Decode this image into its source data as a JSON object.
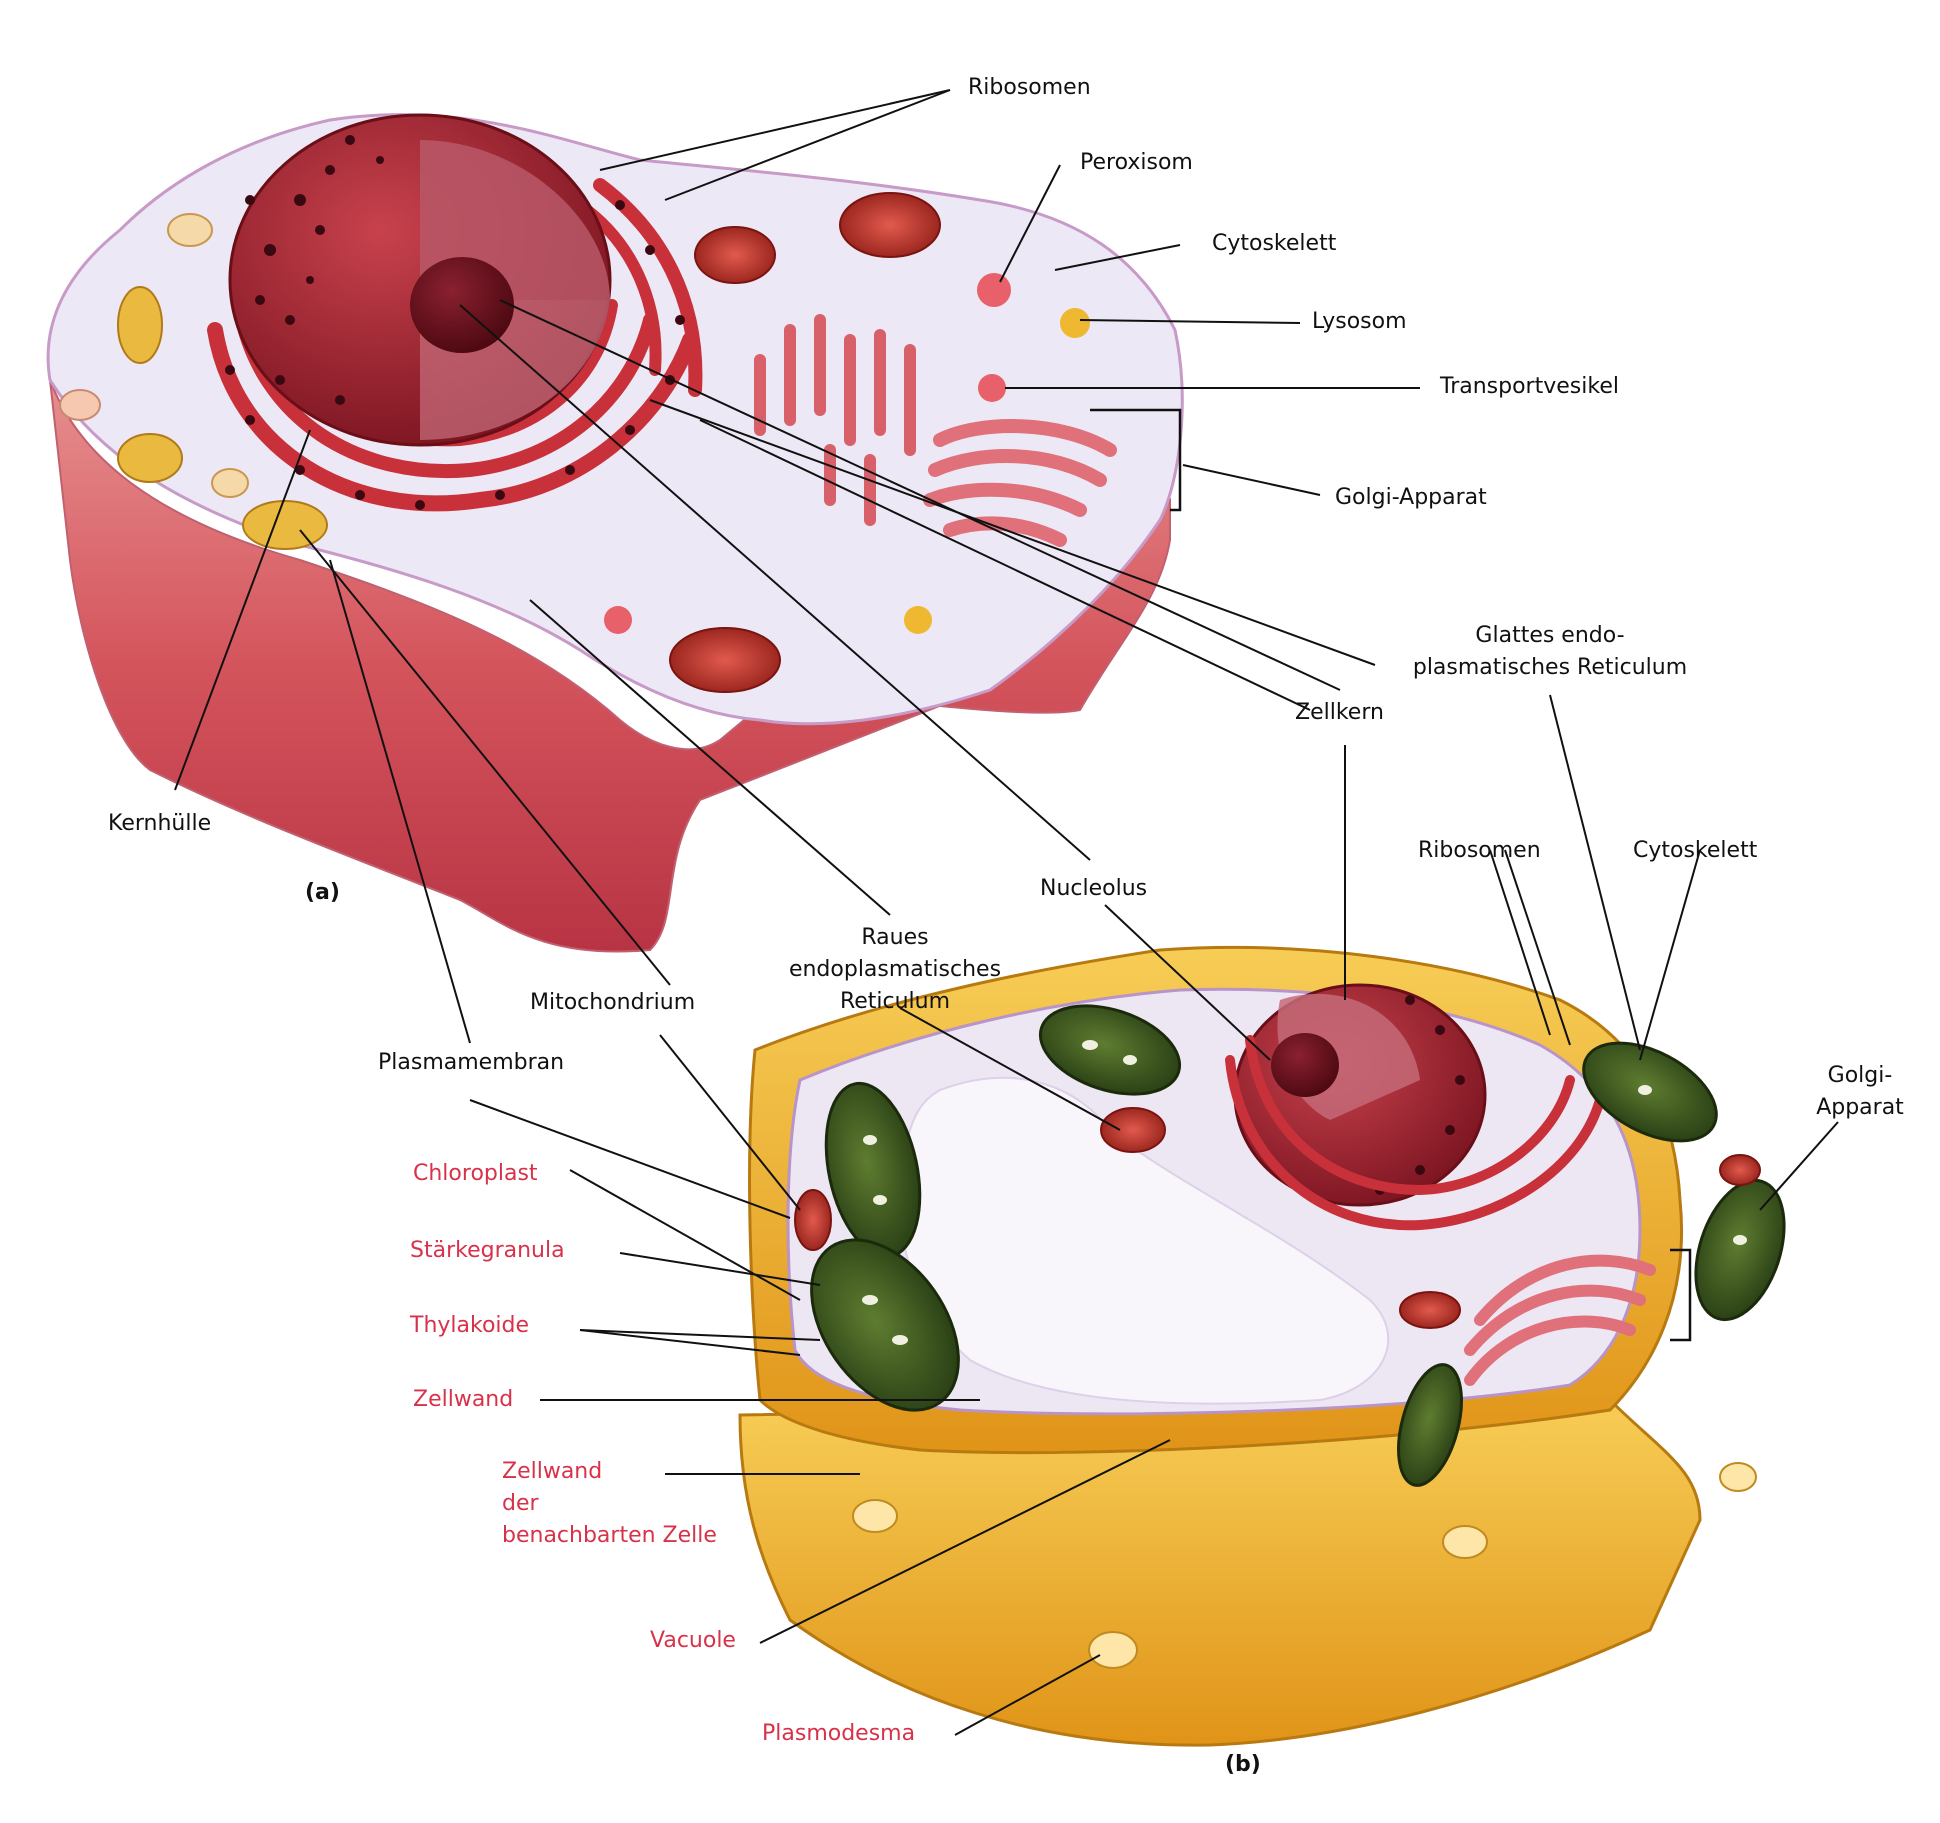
{
  "panels": {
    "a": "(a)",
    "b": "(b)"
  },
  "labels": {
    "ribosomen_a": "Ribosomen",
    "peroxisom": "Peroxisom",
    "cytoskelett_a": "Cytoskelett",
    "lysosom": "Lysosom",
    "transportvesikel": "Transportvesikel",
    "golgi_a": "Golgi-Apparat",
    "glattes_er": [
      "Glattes endo-",
      "plasmatisches Reticulum"
    ],
    "zellkern": "Zellkern",
    "kernhuelle": "Kernhülle",
    "nucleolus": "Nucleolus",
    "raues_er": [
      "Raues",
      "endoplasmatisches",
      "Reticulum"
    ],
    "mitochondrium": "Mitochondrium",
    "plasmamembran": "Plasmamembran",
    "ribosomen_b": "Ribosomen",
    "cytoskelett_b": "Cytoskelett",
    "golgi_b": [
      "Golgi-",
      "Apparat"
    ],
    "chloroplast": "Chloroplast",
    "staerkegranula": "Stärkegranula",
    "thylakoide": "Thylakoide",
    "zellwand": "Zellwand",
    "zellwand_nachbar": [
      "Zellwand",
      "der",
      "benachbarten Zelle"
    ],
    "vacuole": "Vacuole",
    "plasmodesma": "Plasmodesma"
  },
  "colors": {
    "plant_label": "#d8324a",
    "nucleus": "#9e2431",
    "cytoplasm": "#ece6f4",
    "cell_wall": "#f2b431",
    "chloroplast": "#3e5a22",
    "mitochondrion": "#c6302b"
  }
}
